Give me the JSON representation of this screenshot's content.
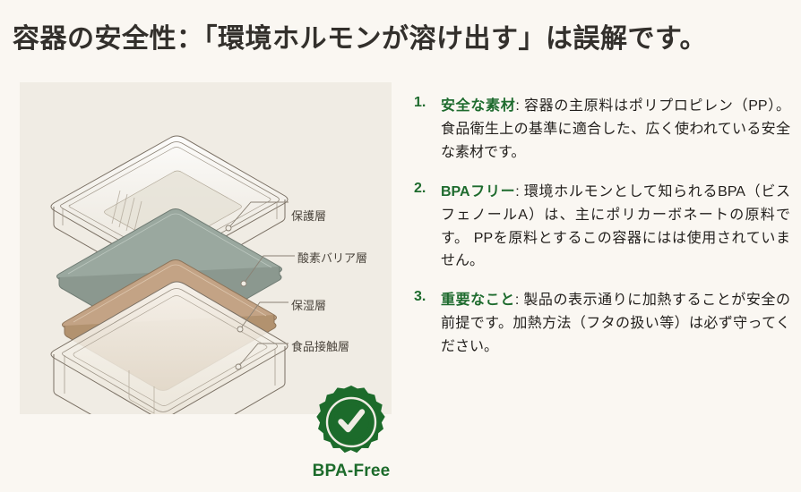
{
  "title": "容器の安全性：「環境ホルモンが溶け出す」は誤解です。",
  "illustration": {
    "labels": [
      {
        "text": "保護層"
      },
      {
        "text": "酸素バリア層"
      },
      {
        "text": "保湿層"
      },
      {
        "text": "食品接触層"
      }
    ],
    "badge": {
      "text": "BPA-Free",
      "icon": "check-seal-icon",
      "color": "#1c6b2b"
    },
    "layer_colors": {
      "protective": "#e9e4da",
      "oxygen_barrier": "#9aa89f",
      "moisture": "#c3a385",
      "tray": "#f3efe7"
    }
  },
  "points": [
    {
      "number": "1.",
      "heading": "安全な素材",
      "separator": ": ",
      "text": "容器の主原料はポリプロピレン（PP）。食品衛生上の基準に適合した、広く使われている安全な素材です。"
    },
    {
      "number": "2.",
      "heading": "BPAフリー",
      "separator": ": ",
      "text": "環境ホルモンとして知られるBPA（ビスフェノールA）は、主にポリカーボネートの原料です。 PPを原料とするこの容器にはは使用されていません。"
    },
    {
      "number": "3.",
      "heading": "重要なこと",
      "separator": ": ",
      "text": "製品の表示通りに加熱することが安全の前提です。加熱方法（フタの扱い等）は必ず守ってください。"
    }
  ],
  "colors": {
    "page_background": "#faf7f2",
    "panel_background": "#f0ece4",
    "accent_green": "#1e6b2e",
    "title_color": "#33302c",
    "body_color": "#221f1c"
  }
}
